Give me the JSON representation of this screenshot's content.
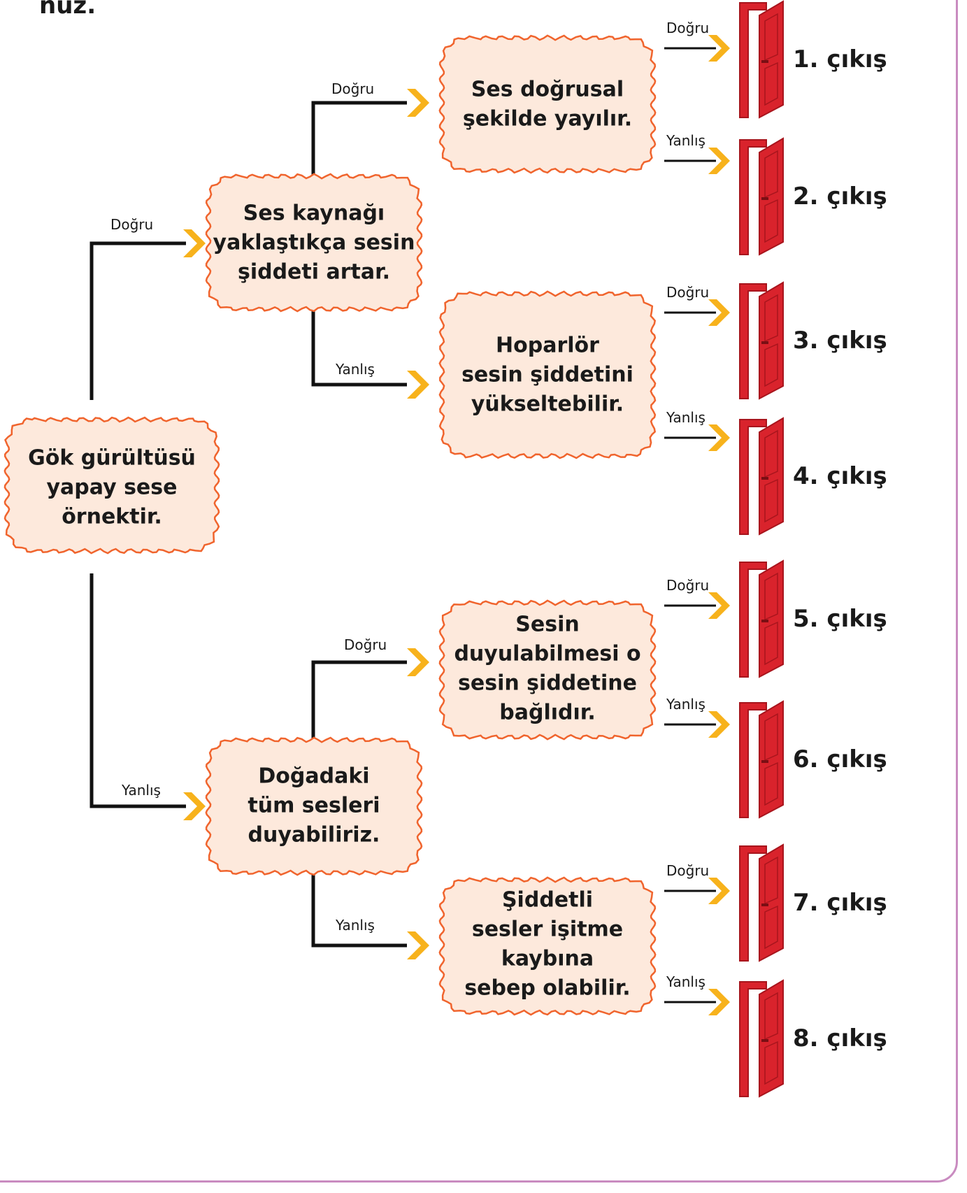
{
  "intro_text": "nuz.",
  "colors": {
    "box_fill": "#fde9dc",
    "box_stroke": "#f0642d",
    "arrow": "#f7b21c",
    "line": "#111111",
    "door": "#d9232c",
    "door_dark": "#a8151d"
  },
  "labels": {
    "true": "Doğru",
    "false": "Yanlış"
  },
  "boxes": {
    "root": [
      "Gök gürültüsü",
      "yapay sese",
      "örnektir."
    ],
    "l1_true": [
      "Ses kaynağı",
      "yaklaştıkça sesin",
      "şiddeti artar."
    ],
    "l1_false": [
      "Doğadaki",
      "tüm sesleri",
      "duyabiliriz."
    ],
    "l2_a": [
      "Ses doğrusal",
      "şekilde yayılır."
    ],
    "l2_b": [
      "Hoparlör",
      "sesin şiddetini",
      "yükseltebilir."
    ],
    "l2_c": [
      "Sesin",
      "duyulabilmesi o",
      "sesin şiddetine",
      "bağlıdır."
    ],
    "l2_d": [
      "Şiddetli",
      "sesler işitme",
      "kaybına",
      "sebep olabilir."
    ]
  },
  "exits": [
    "1. çıkış",
    "2. çıkış",
    "3. çıkış",
    "4. çıkış",
    "5. çıkış",
    "6. çıkış",
    "7. çıkış",
    "8. çıkış"
  ]
}
